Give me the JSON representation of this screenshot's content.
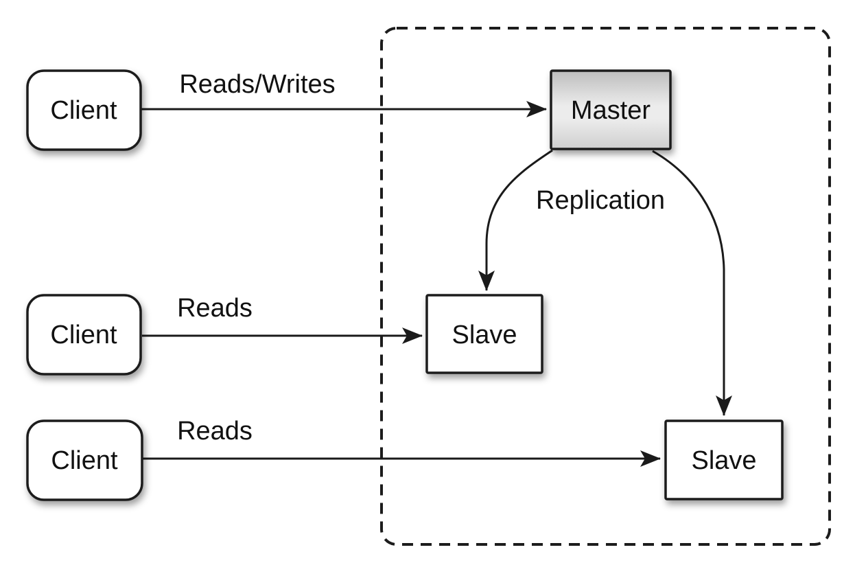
{
  "diagram": {
    "nodes": {
      "client1": {
        "label": "Client"
      },
      "client2": {
        "label": "Client"
      },
      "client3": {
        "label": "Client"
      },
      "master": {
        "label": "Master"
      },
      "slave1": {
        "label": "Slave"
      },
      "slave2": {
        "label": "Slave"
      }
    },
    "edges": {
      "client1_to_master": {
        "label": "Reads/Writes"
      },
      "client2_to_slave1": {
        "label": "Reads"
      },
      "client3_to_slave2": {
        "label": "Reads"
      },
      "master_to_slaves": {
        "label": "Replication"
      }
    },
    "colors": {
      "background": "#ffffff",
      "stroke": "#1a1a1a",
      "box_fill": "#ffffff",
      "master_top": "#bdbdbd",
      "master_mid": "#ececec",
      "master_bottom": "#cfcfcf"
    }
  }
}
